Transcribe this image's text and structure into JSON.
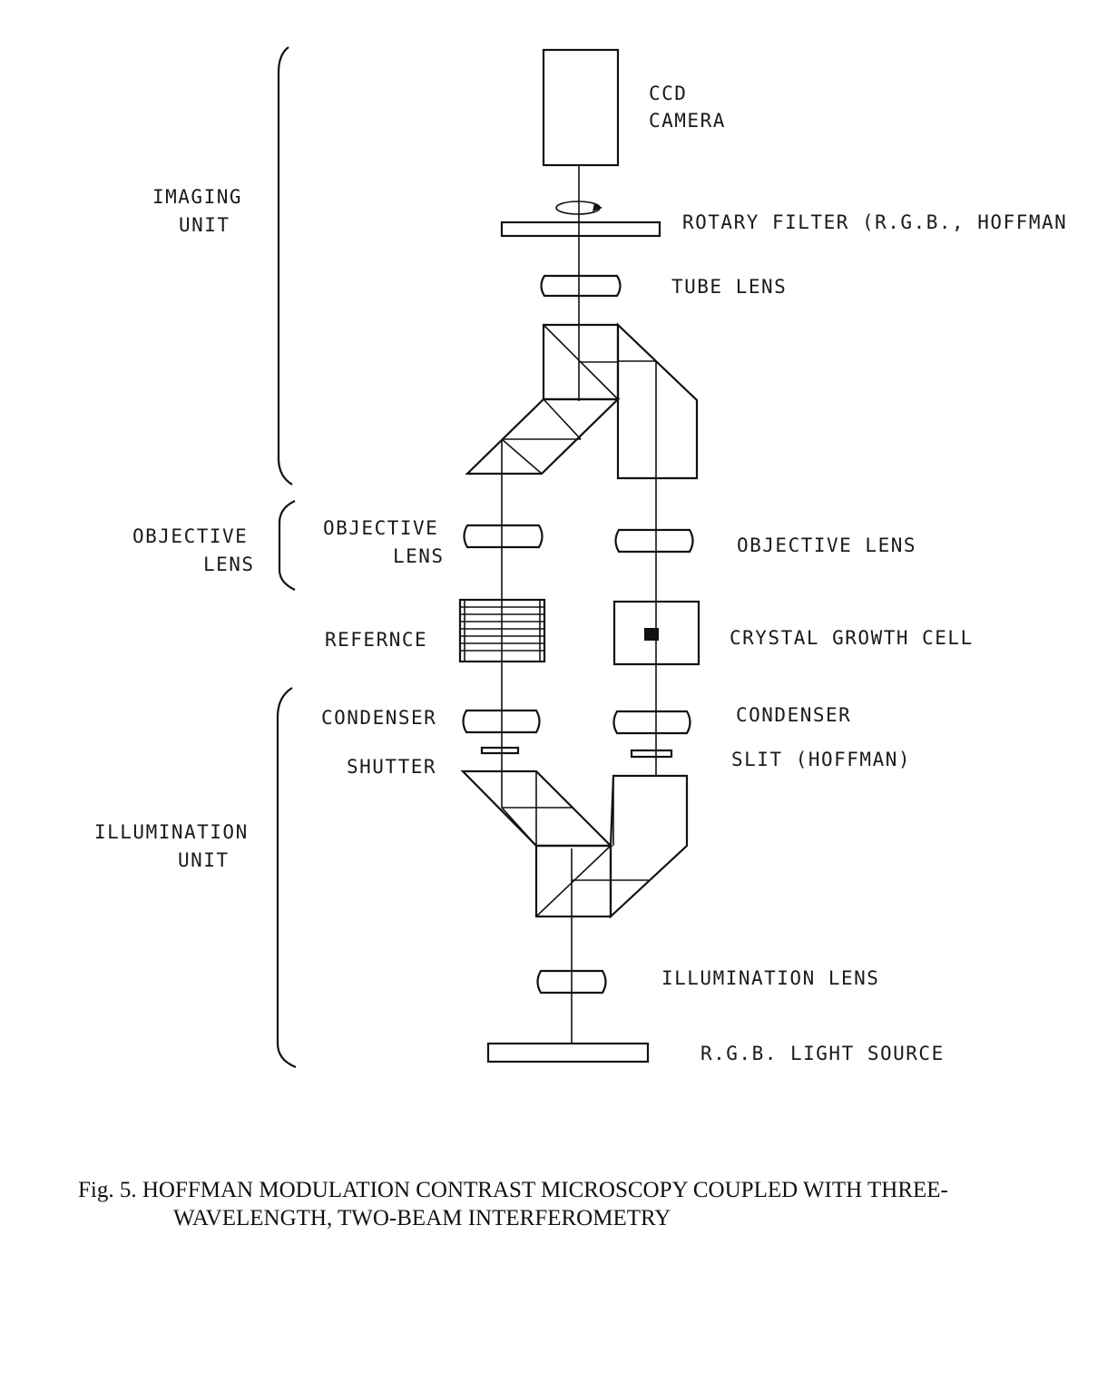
{
  "figure": {
    "caption_line1": "Fig. 5. HOFFMAN MODULATION CONTRAST MICROSCOPY COUPLED WITH THREE-",
    "caption_line2": "WAVELENGTH, TWO-BEAM INTERFEROMETRY"
  },
  "groups": {
    "imaging_1": "IMAGING",
    "imaging_2": "UNIT",
    "objective_1": "OBJECTIVE",
    "objective_2": "LENS",
    "illumination_1": "ILLUMINATION",
    "illumination_2": "UNIT"
  },
  "components": {
    "ccd_1": "CCD",
    "ccd_2": "CAMERA",
    "rotary_filter": "ROTARY FILTER (R.G.B., HOFFMAN",
    "tube_lens": "TUBE LENS",
    "objective_left_1": "OBJECTIVE",
    "objective_left_2": "LENS",
    "objective_right": "OBJECTIVE LENS",
    "reference": "REFERNCE",
    "crystal_cell": "CRYSTAL GROWTH CELL",
    "condenser_left": "CONDENSER",
    "condenser_right": "CONDENSER",
    "shutter": "SHUTTER",
    "slit": "SLIT (HOFFMAN)",
    "illumination_lens": "ILLUMINATION LENS",
    "light_source": "R.G.B. LIGHT SOURCE"
  }
}
